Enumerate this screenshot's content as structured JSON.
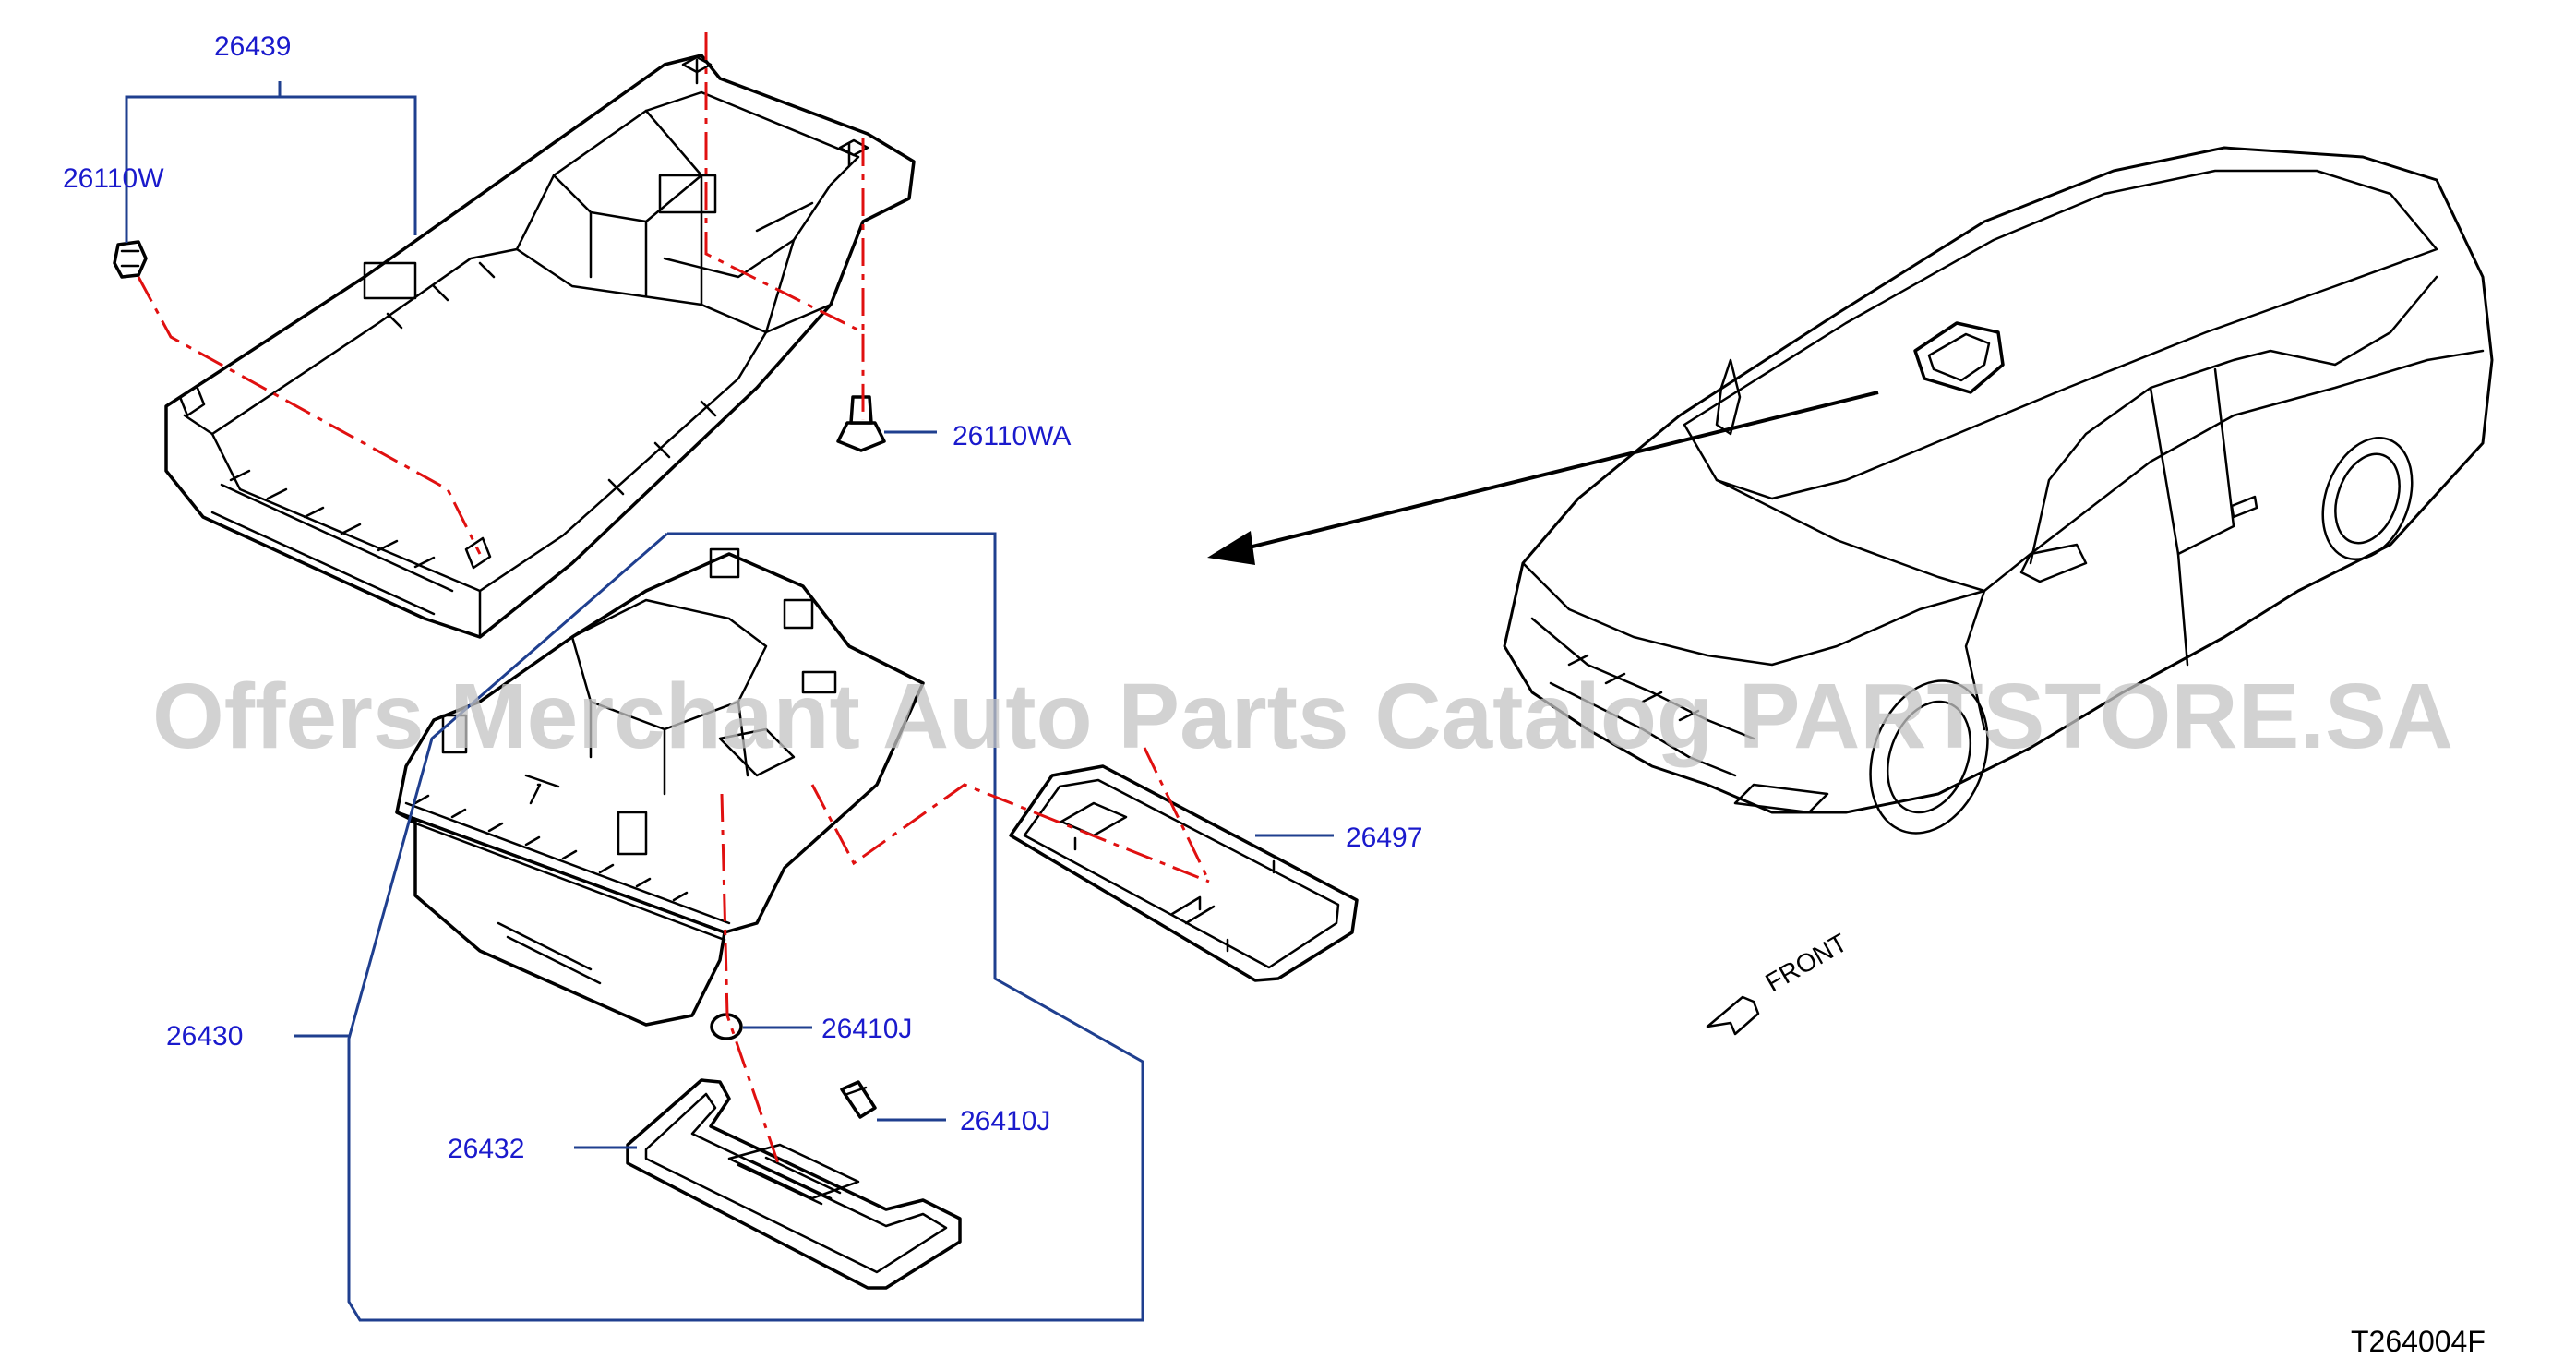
{
  "diagram": {
    "callouts": [
      {
        "id": "c-26439",
        "text": "26439"
      },
      {
        "id": "c-26110w",
        "text": "26110W"
      },
      {
        "id": "c-26110wa",
        "text": "26110WA"
      },
      {
        "id": "c-26430",
        "text": "26430"
      },
      {
        "id": "c-26497",
        "text": "26497"
      },
      {
        "id": "c-26410j-a",
        "text": "26410J"
      },
      {
        "id": "c-26410j-b",
        "text": "26410J"
      },
      {
        "id": "c-26432",
        "text": "26432"
      }
    ],
    "direction_label": "FRONT",
    "drawing_code": "T264004F",
    "watermark": "Offers Merchant Auto Parts Catalog PARTSTORE.SA",
    "colors": {
      "callout": "#1a1acc",
      "leader": "#1f3f8f",
      "centerline": "#e01010",
      "outline": "#000000"
    }
  }
}
